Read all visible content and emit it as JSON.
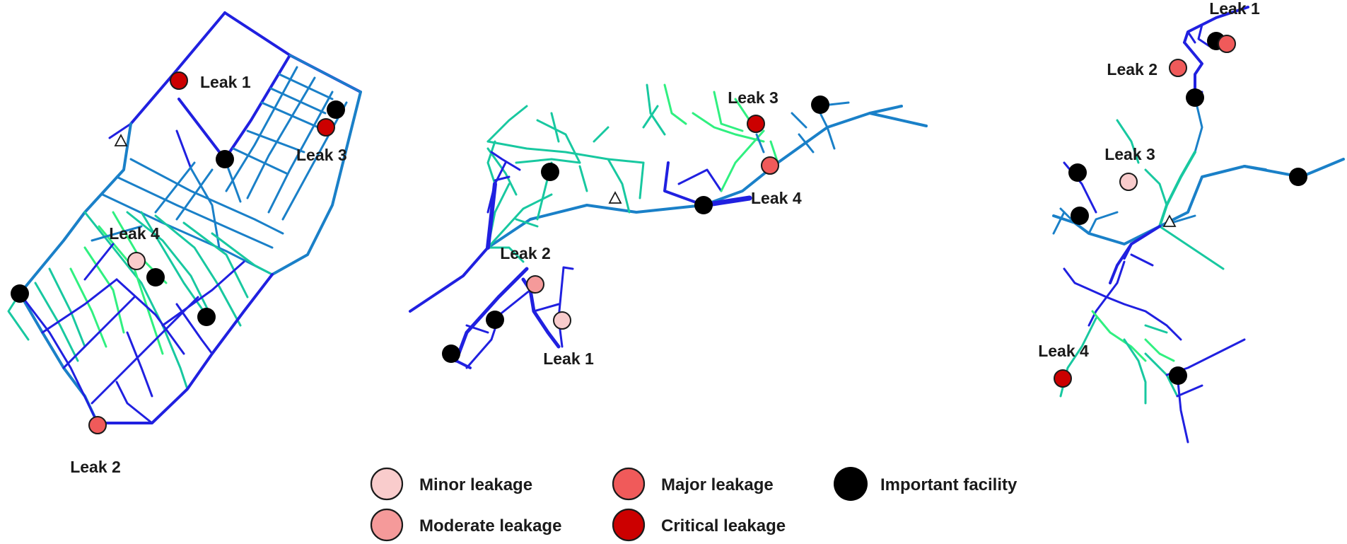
{
  "colors": {
    "minor": "#f9cccc",
    "moderate": "#f59a9a",
    "major": "#f05a5a",
    "critical": "#cc0000",
    "facility": "#000000",
    "pipe_high": "#2020e0",
    "pipe_mid": "#1a80c8",
    "pipe_low": "#18c8a0",
    "pipe_vlow": "#30f080"
  },
  "networks": [
    {
      "id": "network-1",
      "leaks": [
        {
          "label": "Leak 1",
          "severity": "critical"
        },
        {
          "label": "Leak 2",
          "severity": "major"
        },
        {
          "label": "Leak 3",
          "severity": "critical"
        },
        {
          "label": "Leak 4",
          "severity": "minor"
        }
      ]
    },
    {
      "id": "network-2",
      "leaks": [
        {
          "label": "Leak 1",
          "severity": "minor"
        },
        {
          "label": "Leak 2",
          "severity": "moderate"
        },
        {
          "label": "Leak 3",
          "severity": "critical"
        },
        {
          "label": "Leak 4",
          "severity": "major"
        }
      ]
    },
    {
      "id": "network-3",
      "leaks": [
        {
          "label": "Leak 1",
          "severity": "major"
        },
        {
          "label": "Leak 2",
          "severity": "major"
        },
        {
          "label": "Leak 3",
          "severity": "minor"
        },
        {
          "label": "Leak 4",
          "severity": "critical"
        }
      ]
    }
  ],
  "legend": {
    "items": [
      {
        "key": "minor",
        "label": "Minor leakage"
      },
      {
        "key": "moderate",
        "label": "Moderate leakage"
      },
      {
        "key": "major",
        "label": "Major leakage"
      },
      {
        "key": "critical",
        "label": "Critical leakage"
      },
      {
        "key": "facility",
        "label": "Important facility"
      }
    ]
  }
}
